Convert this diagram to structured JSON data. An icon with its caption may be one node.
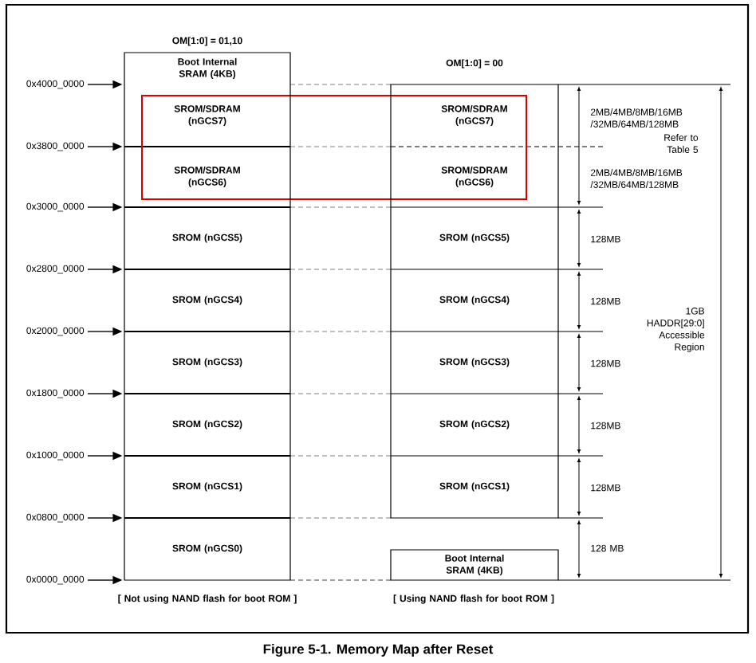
{
  "diagram": {
    "caption": "Figure 5-1. Memory Map after Reset",
    "nodes": [
      {
        "text": [
          "OM[1:0] = 01,10"
        ]
      },
      {
        "text": [
          "Boot Internal SRAM (4KB)"
        ],
        "in": 0
      },
      {
        "text": [
          "SROM/SDRAM (nGCS7)"
        ],
        "in": 0
      },
      {
        "text": [
          "SROM/SDRAM (nGCS6)"
        ],
        "in": 0
      },
      {
        "text": [
          "SROM (nGCS5)"
        ],
        "in": 0
      },
      {
        "text": [
          "SROM (nGCS4)"
        ],
        "in": 0
      },
      {
        "text": [
          "SROM (nGCS3)"
        ],
        "in": 0
      },
      {
        "text": [
          "SROM (nGCS2)"
        ],
        "in": 0
      },
      {
        "text": [
          "SROM (nGCS1)"
        ],
        "in": 0
      },
      {
        "text": [
          "SROM (nGCS0)"
        ],
        "in": 0
      },
      {
        "text": [
          "OM[1:0] = 00"
        ]
      },
      {
        "text": [
          "SROM/SDRAM (nGCS7)"
        ],
        "in": 10
      },
      {
        "text": [
          "SROM/SDRAM (nGCS6)"
        ],
        "in": 10
      },
      {
        "text": [
          "SROM (nGCS5)"
        ],
        "in": 10
      },
      {
        "text": [
          "SROM (nGCS4)"
        ],
        "in": 10
      },
      {
        "text": [
          "SROM (nGCS3)"
        ],
        "in": 10
      },
      {
        "text": [
          "SROM (nGCS2)"
        ],
        "in": 10
      },
      {
        "text": [
          "SROM (nGCS1)"
        ],
        "in": 10
      },
      {
        "text": [
          "Boot Internal SRAM (4KB)"
        ]
      },
      {
        "text": [
          "0x4000_0000"
        ]
      },
      {
        "text": [
          "0x3800_0000"
        ]
      },
      {
        "text": [
          "0x3000_0000"
        ]
      },
      {
        "text": [
          "0x2800_0000"
        ]
      },
      {
        "text": [
          "0x2000_0000"
        ]
      },
      {
        "text": [
          "0x1800_0000"
        ]
      },
      {
        "text": [
          "0x1000_0000"
        ]
      },
      {
        "text": [
          "0x0800_0000"
        ]
      },
      {
        "text": [
          "0x0000_0000"
        ]
      }
    ],
    "edges": [
      {
        "from": 19,
        "to": 0,
        "arrow": "to"
      },
      {
        "from": 20,
        "to": 0,
        "arrow": "to"
      },
      {
        "from": 21,
        "to": 0,
        "arrow": "to"
      },
      {
        "from": 22,
        "to": 0,
        "arrow": "to"
      },
      {
        "from": 23,
        "to": 0,
        "arrow": "to"
      },
      {
        "from": 24,
        "to": 0,
        "arrow": "to"
      },
      {
        "from": 25,
        "to": 0,
        "arrow": "to"
      },
      {
        "from": 26,
        "to": 0,
        "arrow": "to"
      },
      {
        "from": 27,
        "to": 0,
        "arrow": "to"
      }
    ],
    "labels": [
      "2MB/4MB/8MB/16MB /32MB/64MB/128MB",
      "Refer to Table 5",
      "2MB/4MB/8MB/16MB /32MB/64MB/128MB",
      "128MB",
      "128MB",
      "1GB HADDR[29:0] Accessible Region",
      "128MB",
      "128MB",
      "128MB",
      "128 MB",
      "[ Not using NAND flash for boot ROM ]",
      "[ Using NAND flash for boot ROM ]"
    ]
  }
}
